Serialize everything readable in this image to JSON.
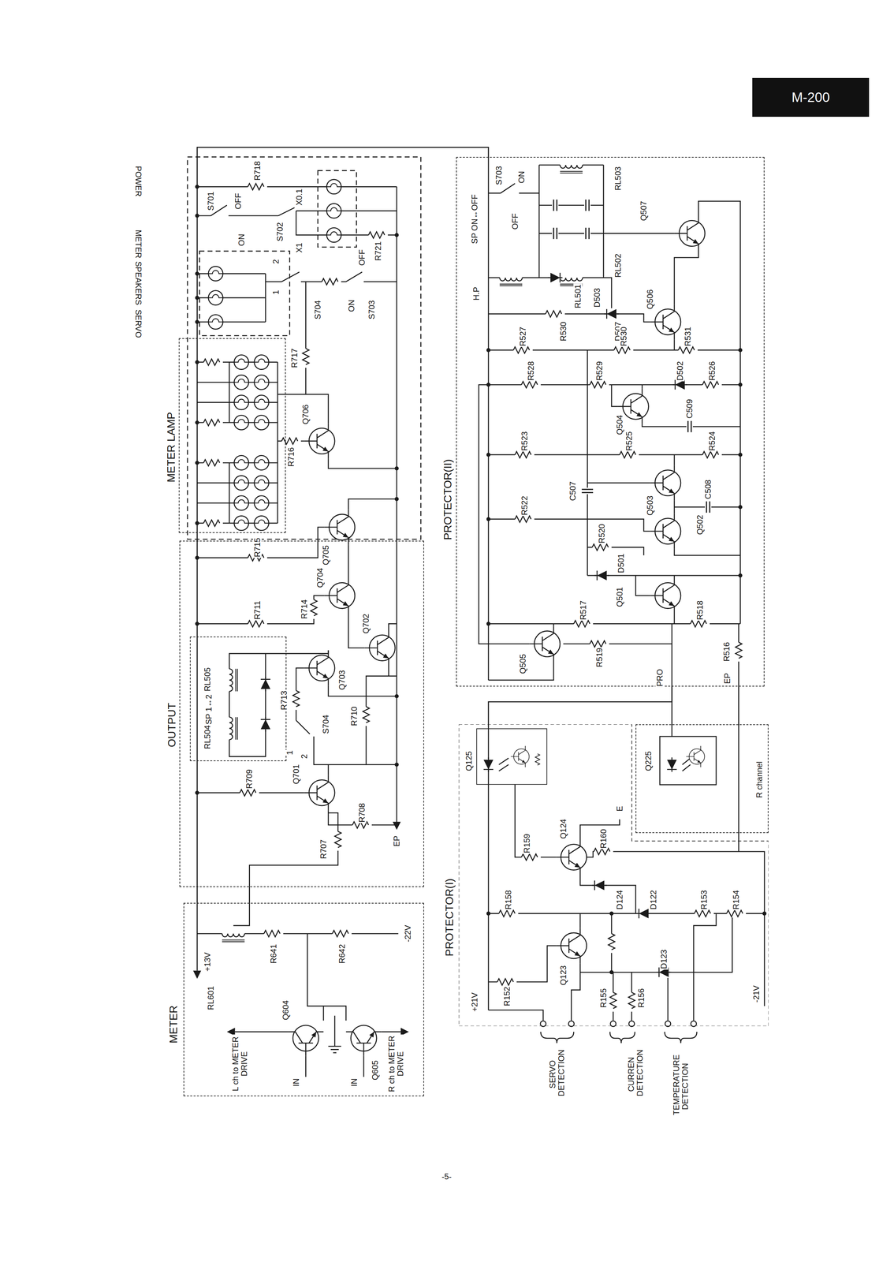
{
  "diagram": {
    "title": "M-200",
    "nodes": [
      {
        "text": [
          "METER"
        ]
      },
      {
        "text": [
          "OUTPUT"
        ]
      },
      {
        "text": [
          "SP 1↔2"
        ],
        "in": 1
      },
      {
        "text": [
          "METER LAMP"
        ]
      },
      {
        "text": [
          "PROTECTOR(II)"
        ]
      },
      {
        "text": [
          "PROTECTOR(I)"
        ]
      },
      {
        "text": [
          "Q125"
        ],
        "in": 5
      },
      {
        "text": [
          "Q225",
          "R channel"
        ]
      }
    ],
    "edges": [
      {
        "from": 0,
        "to": 1,
        "arrow": "none"
      },
      {
        "from": 0,
        "to": 4,
        "arrow": "none"
      },
      {
        "from": 4,
        "to": 6,
        "arrow": "none"
      },
      {
        "from": 4,
        "to": 7,
        "arrow": "none"
      },
      {
        "from": 4,
        "to": 7,
        "arrow": "none"
      }
    ],
    "labels": [
      "POWER",
      "METER",
      "SPEAKERS",
      "SERVO",
      "S701",
      "ON",
      "OFF",
      "R718",
      "S702",
      "X0.1",
      "X1",
      "OFF",
      "R721",
      "2",
      "1",
      "S704",
      "ON",
      "S703",
      "R717",
      "Q706",
      "R716",
      "Q705",
      "R715",
      "R711",
      "Q704",
      "R714",
      "Q703",
      "Q702",
      "R713",
      "S704",
      "1",
      "2",
      "RL504",
      "RL505",
      "R710",
      "R709",
      "Q701",
      "R708",
      "EP",
      "R707",
      "+13V",
      "RL601",
      "R641",
      "R642",
      "-22V",
      "Q604",
      "Q605",
      "L ch to METER DRIVE",
      "IN",
      "IN",
      "R ch to METER DRIVE",
      "S703",
      "ON",
      "OFF",
      "SP ON↔OFF",
      "RL503",
      "RL502",
      "Q507",
      "H.P",
      "RL501",
      "D503",
      "D507",
      "R530",
      "Q506",
      "R530",
      "R531",
      "R527",
      "R528",
      "R529",
      "Q504",
      "D502",
      "R526",
      "R523",
      "R525",
      "C509",
      "R524",
      "Q503",
      "C507",
      "R522",
      "R520",
      "Q502",
      "C508",
      "D501",
      "R517",
      "Q501",
      "R518",
      "Q505",
      "R519",
      "R516",
      "PRO",
      "EP",
      "R159",
      "Q124",
      "R160",
      "E",
      "D124",
      "D122",
      "R153",
      "R154",
      "R158",
      "Q123",
      "D123",
      "R152",
      "+21V",
      "R155",
      "R156",
      "-21V",
      "SERVO DETECTION",
      "CURREN DETECTION",
      "TEMPERATURE DETECTION",
      "-5-"
    ]
  }
}
